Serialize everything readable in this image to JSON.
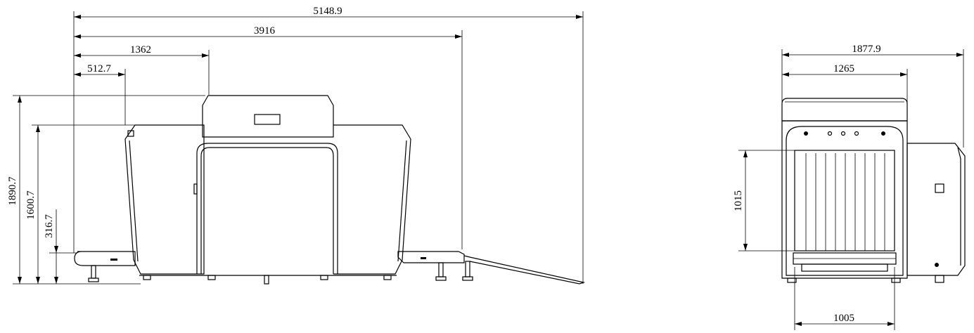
{
  "side_view": {
    "dimensions": {
      "total_length": "5148.9",
      "conveyor_length": "3916",
      "tunnel_offset": "1362",
      "body_offset": "512.7",
      "total_height": "1890.7",
      "body_height": "1600.7",
      "conveyor_height": "316.7"
    }
  },
  "front_view": {
    "dimensions": {
      "total_width": "1877.9",
      "tunnel_width": "1265",
      "tunnel_height": "1015",
      "opening_width": "1005"
    }
  }
}
